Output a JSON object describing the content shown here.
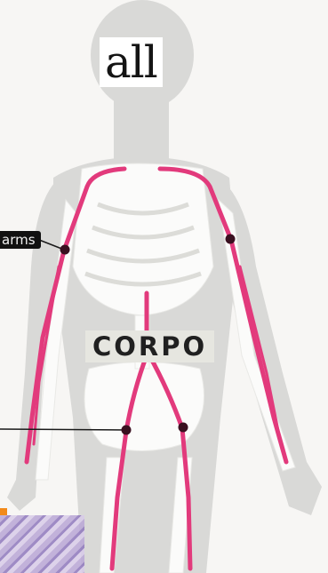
{
  "title": "all",
  "center_label": "CORPO",
  "callouts": [
    {
      "id": "arms",
      "text": "arms"
    },
    {
      "id": "legs",
      "text": ""
    }
  ],
  "colors": {
    "silhouette": "#d9d9d7",
    "bone": "#fbfbfa",
    "vessel": "#e23a7c",
    "marker": "#3a1020",
    "leader": "#1a1a1a"
  }
}
